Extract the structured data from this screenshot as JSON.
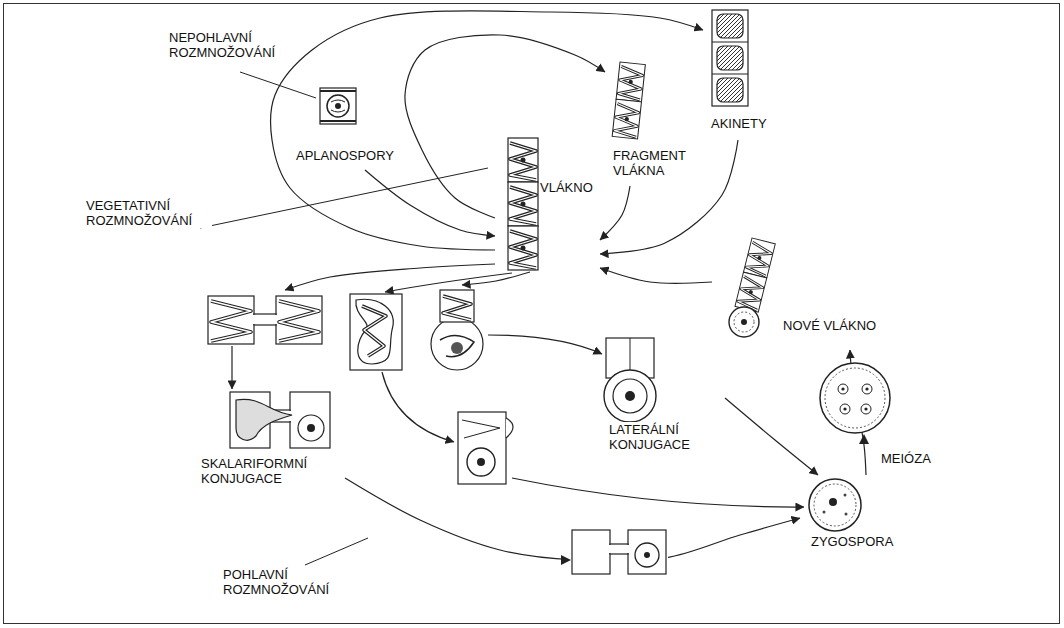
{
  "diagram": {
    "nodes": [
      {
        "text": [
          "APLANOSPORY"
        ]
      },
      {
        "text": [
          "FRAGMENT VLÁKNA"
        ]
      },
      {
        "text": [
          "AKINETY"
        ]
      },
      {
        "text": [
          "VLÁKNO"
        ]
      },
      {
        "text": [
          "NOVÉ VLÁKNO"
        ]
      },
      {
        "text": [
          "LATERÁLNÍ KONJUGACE"
        ]
      },
      {
        "text": [
          "SKALARIFORMNÍ KONJUGACE"
        ]
      },
      {
        "text": [
          "ZYGOSPORA"
        ]
      }
    ],
    "edges": [
      {
        "from": 3,
        "to": 2,
        "arrow": "to"
      },
      {
        "from": 3,
        "to": 1,
        "arrow": "to"
      },
      {
        "from": 0,
        "to": 3,
        "arrow": "to"
      },
      {
        "from": 1,
        "to": 3,
        "arrow": "to"
      },
      {
        "from": 2,
        "to": 3,
        "arrow": "to"
      },
      {
        "from": 3,
        "to": 6,
        "arrow": "to"
      },
      {
        "from": 3,
        "to": 5,
        "arrow": "to"
      },
      {
        "from": 6,
        "to": 7,
        "arrow": "to"
      },
      {
        "from": 5,
        "to": 7,
        "arrow": "to"
      },
      {
        "from": 7,
        "to": 4,
        "label": "MEIÓZA",
        "arrow": "to"
      },
      {
        "from": 4,
        "to": 3,
        "arrow": "to"
      }
    ],
    "labels": [
      "NEPOHLAVNÍ ROZMNOŽOVÁNÍ",
      "VEGETATIVNÍ ROZMNOŽOVÁNÍ",
      "POHLAVNÍ ROZMNOŽOVÁNÍ"
    ]
  }
}
